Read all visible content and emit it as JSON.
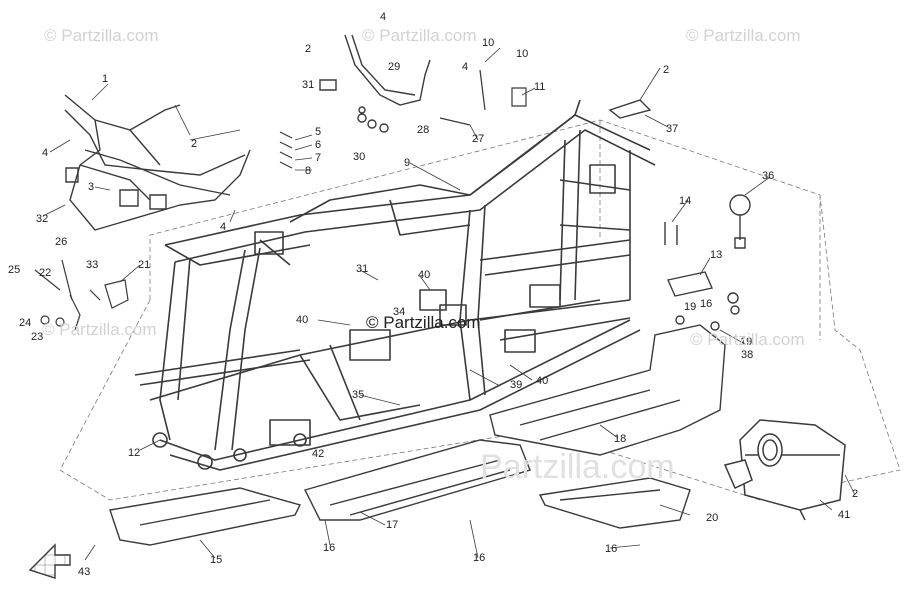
{
  "watermarks": {
    "top_left": "© Partzilla.com",
    "top_center": "© Partzilla.com",
    "top_right": "© Partzilla.com",
    "center": "© Partzilla.com",
    "mid_left": "© Partzilla.com",
    "mid_right": "© Partzilla.com",
    "bottom_faint": "Partzilla.com"
  },
  "callouts": {
    "c1": "1",
    "c2a": "2",
    "c2b": "2",
    "c2c": "2",
    "c2d": "2",
    "c3": "3",
    "c4a": "4",
    "c4b": "4",
    "c4c": "4",
    "c4d": "4",
    "c5": "5",
    "c6": "6",
    "c7": "7",
    "c8": "8",
    "c9": "9",
    "c10a": "10",
    "c10b": "10",
    "c11": "11",
    "c12": "12",
    "c13": "13",
    "c14": "14",
    "c15": "15",
    "c16a": "16",
    "c16b": "16",
    "c16c": "16",
    "c16d": "16",
    "c17": "17",
    "c18": "18",
    "c19a": "19",
    "c19b": "19",
    "c20": "20",
    "c21": "21",
    "c22": "22",
    "c23": "23",
    "c24": "24",
    "c25": "25",
    "c26": "26",
    "c27": "27",
    "c28": "28",
    "c29": "29",
    "c30": "30",
    "c31a": "31",
    "c31b": "31",
    "c32": "32",
    "c33": "33",
    "c34": "34",
    "c35": "35",
    "c36": "36",
    "c37": "37",
    "c38": "38",
    "c39": "39",
    "c40a": "40",
    "c40b": "40",
    "c40c": "40",
    "c41": "41",
    "c42": "42",
    "c43": "43"
  },
  "colors": {
    "line": "#3a3a3a",
    "dash": "#7a7a7a",
    "watermark": "#d2d2d2"
  },
  "icons": {
    "front_arrow": "front-direction-arrow-icon"
  }
}
